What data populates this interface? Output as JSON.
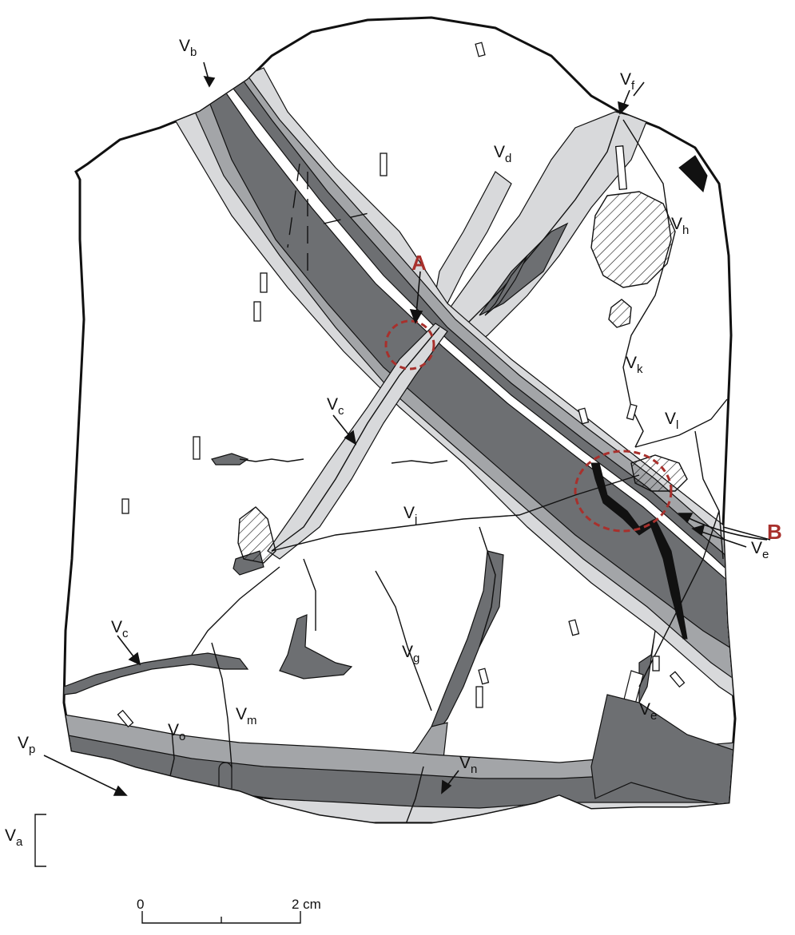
{
  "labels": {
    "vb": {
      "base": "V",
      "sub": "b"
    },
    "vf": {
      "base": "V",
      "sub": "f"
    },
    "vd": {
      "base": "V",
      "sub": "d"
    },
    "vh": {
      "base": "V",
      "sub": "h"
    },
    "vk": {
      "base": "V",
      "sub": "k"
    },
    "vl": {
      "base": "V",
      "sub": "l"
    },
    "vc1": {
      "base": "V",
      "sub": "c"
    },
    "vc2": {
      "base": "V",
      "sub": "c"
    },
    "vj": {
      "base": "V",
      "sub": "j"
    },
    "ve1": {
      "base": "V",
      "sub": "e"
    },
    "ve2": {
      "base": "V",
      "sub": "e"
    },
    "vg": {
      "base": "V",
      "sub": "g"
    },
    "vm": {
      "base": "V",
      "sub": "m"
    },
    "vo": {
      "base": "V",
      "sub": "o"
    },
    "vp": {
      "base": "V",
      "sub": "p"
    },
    "vn": {
      "base": "V",
      "sub": "n"
    },
    "va": {
      "base": "V",
      "sub": "a"
    }
  },
  "markers": {
    "a": "A",
    "b": "B"
  },
  "scale": {
    "start": "0",
    "end": "2 cm"
  },
  "colors": {
    "marker": "#a8302c",
    "dark_band": "#6d6f72",
    "mid_band": "#a3a5a8",
    "light_band": "#d8d9db"
  }
}
